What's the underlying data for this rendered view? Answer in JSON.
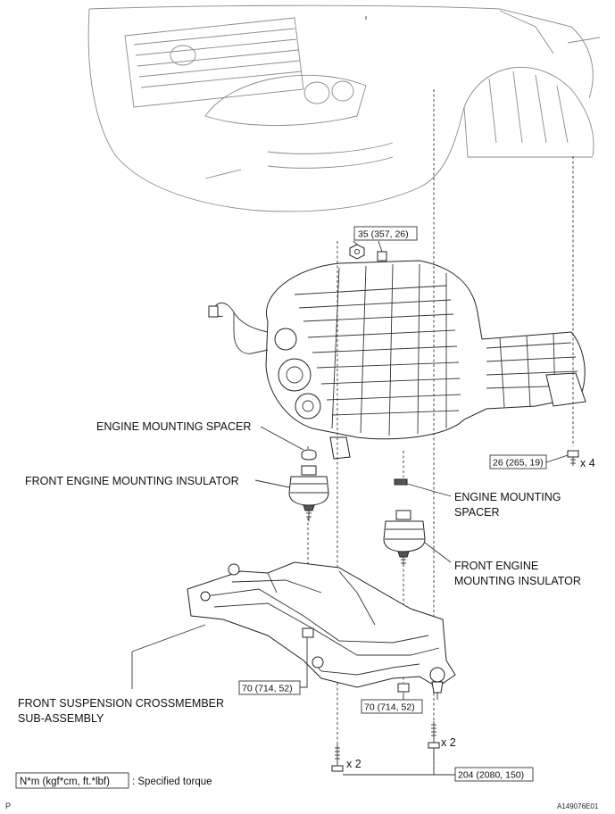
{
  "labels": {
    "spacer_left": "ENGINE MOUNTING SPACER",
    "insulator_left": "FRONT ENGINE MOUNTING INSULATOR",
    "spacer_right_1": "ENGINE MOUNTING",
    "spacer_right_2": "SPACER",
    "insulator_right_1": "FRONT ENGINE",
    "insulator_right_2": "MOUNTING INSULATOR",
    "crossmember_1": "FRONT SUSPENSION CROSSMEMBER",
    "crossmember_2": "SUB-ASSEMBLY"
  },
  "torques": {
    "top_nut": "35 (357, 26)",
    "trans_bolt": "26 (265, 19)",
    "left_nut": "70 (714, 52)",
    "right_nut": "70 (714, 52)",
    "bottom_bolts": "204 (2080, 150)"
  },
  "multipliers": {
    "trans_bolt": "x 4",
    "bolt_right": "x 2",
    "bolt_left": "x 2"
  },
  "legend": {
    "unit": "N*m (kgf*cm, ft.*lbf)",
    "description": ": Specified torque"
  },
  "corner": {
    "left": "P",
    "right": "A149076E01"
  }
}
